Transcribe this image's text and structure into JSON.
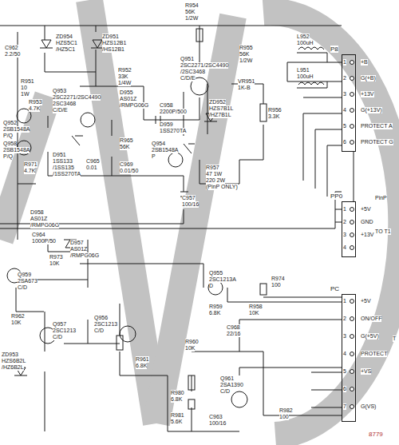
{
  "diagram": {
    "nodes": [
      {
        "text": [
          "P8"
        ]
      },
      {
        "text": [
          "PP0"
        ]
      },
      {
        "text": [
          "PC"
        ]
      }
    ],
    "edges": [
      {
        "from": 0,
        "to": 1,
        "arrow": "none"
      }
    ],
    "labels": [
      "C962",
      "2.2/50",
      "ZD954",
      "HZS5C1",
      "/HZ5C1",
      "ZD951",
      "HZS12B1",
      "/HS12B1",
      "R954",
      "56K",
      "1/2W",
      "R952",
      "33K",
      "1/4W",
      "R951",
      "10",
      "1W",
      "R953",
      "4.7K",
      "Q953",
      "2SC2271/2SC4490",
      "2SC3468",
      "C/D/E",
      "Q952",
      "2SB1548A",
      "P/Q",
      "Q958",
      "2SB1548A",
      "P/Q",
      "R971",
      "4.7K",
      "D955",
      "AS01Z",
      "/RMPG06G",
      "D951",
      "1SS133",
      "/1SS135",
      "/1SS270TA",
      "C965",
      "0.01",
      "R965",
      "56K",
      "C969",
      "0.01/50",
      "C958",
      "2200P/500",
      "D959",
      "1SS270TA",
      "Q951",
      "2SC2271/2SC4490",
      "/2SC3468",
      "C/D/E",
      "R955",
      "56K",
      "1/2W",
      "VR951",
      "1K-B",
      "R956",
      "3.3K",
      "ZD952",
      "HZS7B1L",
      "/HZ7B1L",
      "L952",
      "100uH",
      "L951",
      "100uH",
      "Q954",
      "2SB1548A",
      "P",
      "R957",
      "47 1W",
      "220 2W",
      "(PinP ONLY)",
      "C957",
      "100/16",
      "1",
      "2",
      "3",
      "4",
      "5",
      "6",
      "+B",
      "G(+B)",
      "+13V",
      "G(+13V)",
      "PROTECT A",
      "PROTECT G",
      "1",
      "2",
      "3",
      "4",
      "+5V",
      "GND",
      "+13V",
      "PinP",
      "TO T1",
      "1",
      "2",
      "3",
      "4",
      "5",
      "6",
      "7",
      "+5V",
      "ON/OFF",
      "G(+5V)",
      "PROTECT",
      "+VS",
      "G(VS)",
      "T",
      "D958",
      "AS01Z",
      "/RMPG06G",
      "C964",
      "1000P/50",
      "D957",
      "AS01Z",
      "/RMPG06G",
      "R973",
      "10K",
      "Q959",
      "2SA673",
      "C/D",
      "Q955",
      "2SC1213A",
      "D",
      "R974",
      "100",
      "R962",
      "10K",
      "Q957",
      "2SC1213",
      "C/D",
      "Q956",
      "2SC1213",
      "C/D",
      "R959",
      "6.8K",
      "R958",
      "10K",
      "C968",
      "22/16",
      "R960",
      "10K",
      "R961",
      "6.8K",
      "ZD953",
      "HZS6B2L",
      "/HZ6B2L",
      "R980",
      "6.8K",
      "R981",
      "5.6K",
      "C963",
      "100/16",
      "Q961",
      "2SA1390",
      "C/D",
      "R982",
      "100",
      "8779"
    ]
  }
}
